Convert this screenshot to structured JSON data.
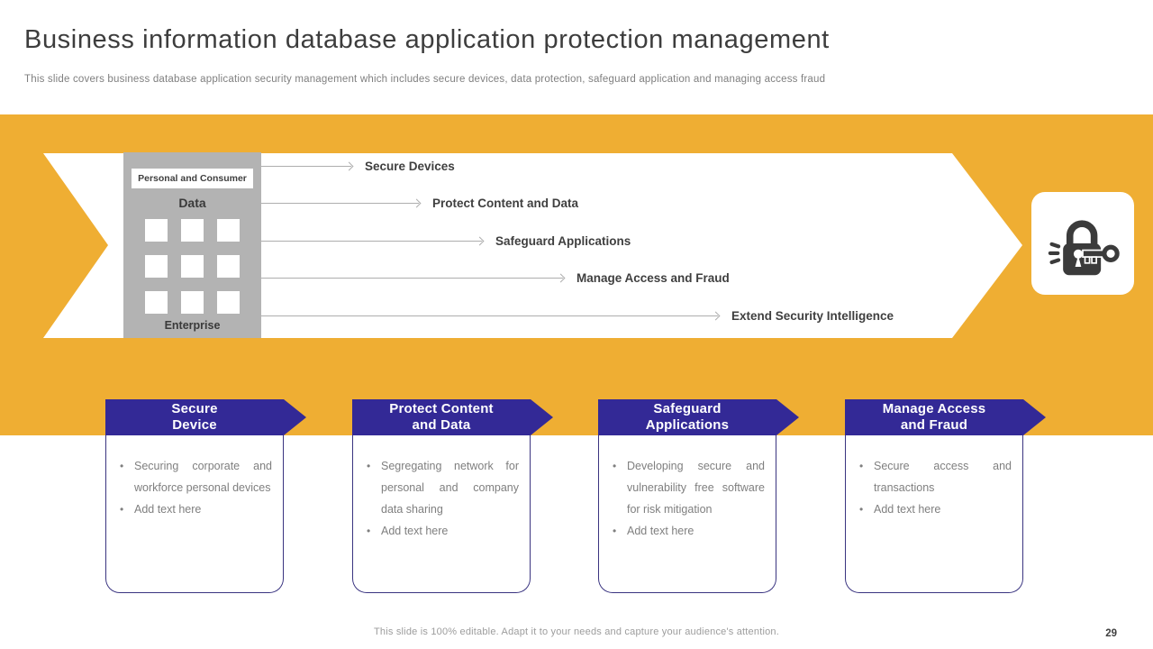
{
  "header": {
    "title": "Business information database application protection management",
    "subtitle": "This slide covers business database application security management which includes secure devices, data protection, safeguard application and managing access fraud"
  },
  "band": {
    "data_box": {
      "top_label": "Personal and Consumer",
      "center_label": "Data",
      "bottom_label": "Enterprise"
    },
    "flow_items": [
      {
        "label": "Secure Devices"
      },
      {
        "label": "Protect Content and Data"
      },
      {
        "label": "Safeguard Applications"
      },
      {
        "label": "Manage Access and Fraud"
      },
      {
        "label": "Extend Security Intelligence"
      }
    ],
    "icon": "lock-and-key-icon"
  },
  "cards": [
    {
      "title_lines": [
        "Secure",
        "Device"
      ],
      "bullets": [
        "Securing corporate and workforce personal devices",
        "Add text here"
      ]
    },
    {
      "title_lines": [
        "Protect Content",
        "and Data"
      ],
      "bullets": [
        "Segregating network for personal and company data sharing",
        "Add text here"
      ]
    },
    {
      "title_lines": [
        "Safeguard",
        "Applications"
      ],
      "bullets": [
        "Developing secure and vulnerability free software for risk mitigation",
        "Add text here"
      ]
    },
    {
      "title_lines": [
        "Manage Access",
        "and Fraud"
      ],
      "bullets": [
        "Secure access and transactions",
        "Add text here"
      ]
    }
  ],
  "footer": {
    "note": "This slide is 100% editable. Adapt it to your needs and capture your audience's attention.",
    "page_number": "29"
  },
  "colors": {
    "accent_yellow": "#EFAE33",
    "accent_purple": "#332996",
    "box_gray": "#B3B3B3",
    "text_dark": "#3F3F3F",
    "text_gray": "#7F7F7F",
    "icon_dark": "#3B3B3B"
  }
}
